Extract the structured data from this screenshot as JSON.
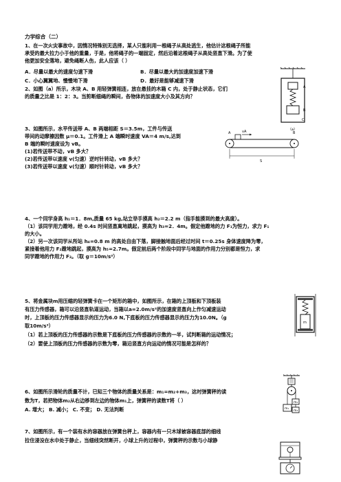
{
  "title": "力学综合（二）",
  "q1": {
    "line1": "1、在一次火灾事故中，因情况特殊别无选择，某人只能利用一根绳子从高处逃生，他估计这根绳子所能",
    "line2": "承受的最大拉力小于他的重量，于是，他将绳子的一端固定，然后沿着这根绳子从高处竖直下滑。为了使",
    "line3": "他更加安全落地，避免绳断人伤，此人应该（          ）",
    "optA": "A．尽量以最大的速度匀速下滑",
    "optB": "B．尽量以最大的加速度加速下滑",
    "optC": "C．小心翼翼地、慢慢地下滑",
    "optD": "D．最好是能够减速下滑"
  },
  "q2": {
    "line1": "2、如图（a）所示，木块 A、B 用轻弹簧相连，放在悬挂的木箱 C 内，处于静止状态，它们",
    "line2": "的质量之比是 1：2：3。当剪断细绳的瞬间，各物体的加速度大小及其方向？",
    "fig_label_A": "A",
    "fig_label_B": "B",
    "fig_label_C": "C",
    "fig_caption": "（a）"
  },
  "q3": {
    "line1": "3、如图所示，水平传送带 A、B 两端相距 S＝3.5m，工件与传送",
    "line2": "带间的动摩擦因数 μ＝0.1。工件滑上 A 端瞬时速度 VA＝4 m/s,达到",
    "line3": "B 端的瞬时速度设为 vB。",
    "sub1": "(1)若传送带不动，vB 多大？",
    "sub2": "(2)若传送带以速度 v(匀速）逆时针转动，vB 多大？",
    "sub3": "(3)若传送带以速度 v(匀速）顺时针转动，vB 多大？",
    "fig_label_A": "A",
    "fig_label_B": "B",
    "fig_label_vA": "vA",
    "fig_label_S": "S"
  },
  "q4": {
    "line1": "4、一个同学身高 h₁＝1．8m,质量 65 kg,站立举手摸高 h₂＝2.2 m（指手能摸到的最大高度）。",
    "line2": "（1）该同学用力蹬地，经 0.4s 时间竖直离地跳起，摸高为 h₃=2．4m。假定他蹬地的力 F₁为恒力，求力 F₁",
    "line3": "的大小。",
    "line4": "（2）另一次该同学从所站 h₄=0.8 m 的高处自由下落，脚接触地面后经过时间 t＝0.25s 身体速度降为零，",
    "line5": "紧接着他用力 F₂蹬地跳起，摸高为 h₅=2.7m。假定前后两个阶段中同学与地面的作用力分别都是恒力，求",
    "line6": "同学蹬地的作用力 F₂。（取 g＝10m/s²）"
  },
  "q5": {
    "line1": "5、将金属块m用压缩的轻弹簧卡在一个矩形的箱中，如图所示，在箱的上顶板和下顶板装",
    "line2": "有压力传感器，箱可以沿竖直轨道运动，当箱以a=2.0m/s²的加速度竖直向上作匀减速运动",
    "line3": "时，上顶板的压力传感器显示的压力为6.0 N,下底板的压力传感器显示的压力为10.0N。（g",
    "line4": "取10m/s²）",
    "sub1": "（1）若上顶板的压力传感器的示数是下底板的压力传感器的示数的一半，试判断箱的运动情况；",
    "sub2": "（2）要使上顶板的压力传感器的示数为零，箱沿竖直方向运动的情况可能是怎样的？",
    "fig_label_m": "m"
  },
  "q6": {
    "line1": "6、如图所示滑轮的质量不计，已知三个物体的质量关系是：m₁=m₂+m₃，这时弹簧秤的读",
    "line2": "数为T，若把物体m₂从右边移到左边的物体m₁上，弹簧秤的读数T将（      ）",
    "opts": "A. 增大；   B. 减小；   C. 不变；   D. 无法判断",
    "fig_label_m1": "m₁",
    "fig_label_m2": "m₂",
    "fig_label_m3": "m₃"
  },
  "q7": {
    "line1": "7、如图所示，有一个装有水的容器放在弹簧台秤上，容器内有一只木球被容器底部的细线",
    "line2": "拉住浸没在水中处于静止，当细线突然断开，小球上升的过程中，弹簧秤的示数与小球静"
  }
}
